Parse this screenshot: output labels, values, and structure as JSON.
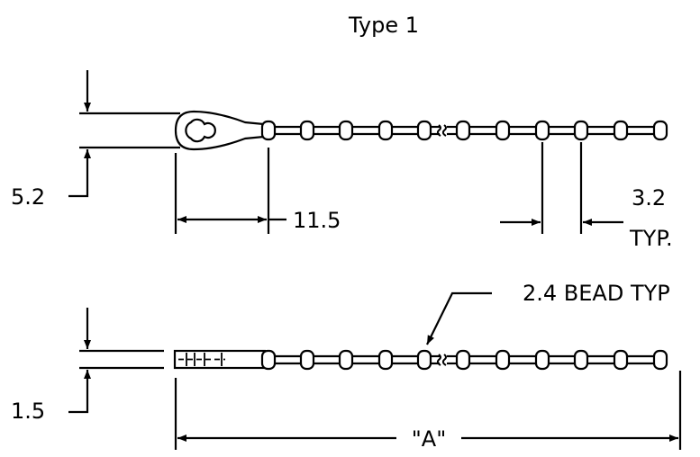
{
  "title": "Type 1",
  "dimensions": {
    "height_top": "5.2",
    "eyelet_length": "11.5",
    "pitch": "3.2",
    "pitch_note": "TYP.",
    "bead_note": "2.4 BEAD TYP",
    "height_bottom": "1.5",
    "overall_length": "\"A\""
  },
  "colors": {
    "line": "#000000",
    "background": "#ffffff"
  }
}
